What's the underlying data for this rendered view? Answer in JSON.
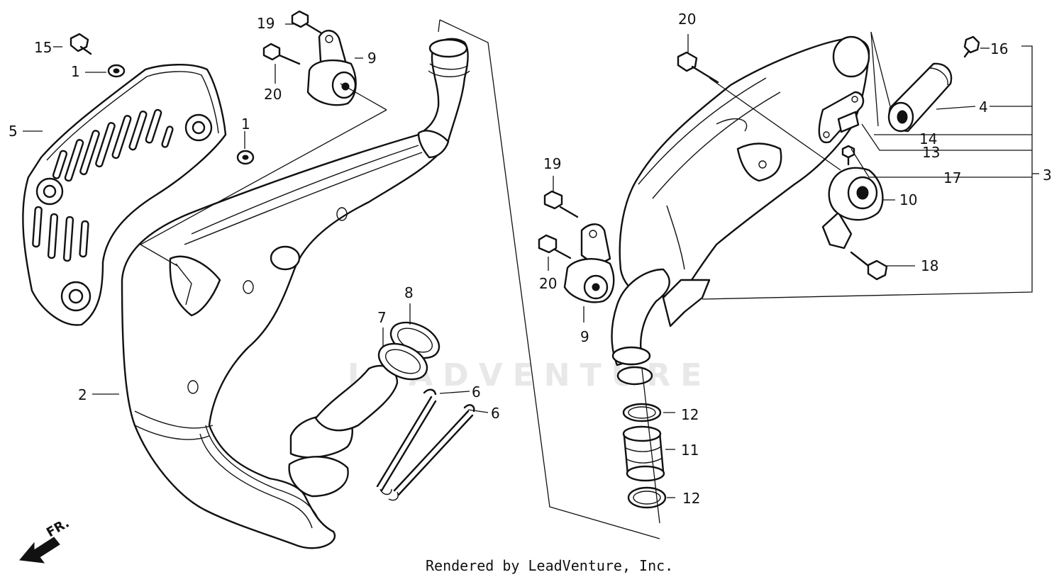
{
  "watermark": "LEADVENTURE",
  "footer": "Rendered by LeadVenture, Inc.",
  "direction_marker": "FR.",
  "callouts": {
    "c1a": "1",
    "c1b": "1",
    "c2": "2",
    "c3": "3",
    "c4": "4",
    "c5": "5",
    "c6a": "6",
    "c6b": "6",
    "c7": "7",
    "c8": "8",
    "c9a": "9",
    "c9b": "9",
    "c10": "10",
    "c11": "11",
    "c12a": "12",
    "c12b": "12",
    "c13": "13",
    "c14": "14",
    "c15": "15",
    "c16": "16",
    "c17": "17",
    "c18": "18",
    "c19a": "19",
    "c19b": "19",
    "c20a": "20",
    "c20b": "20",
    "c20c": "20"
  }
}
